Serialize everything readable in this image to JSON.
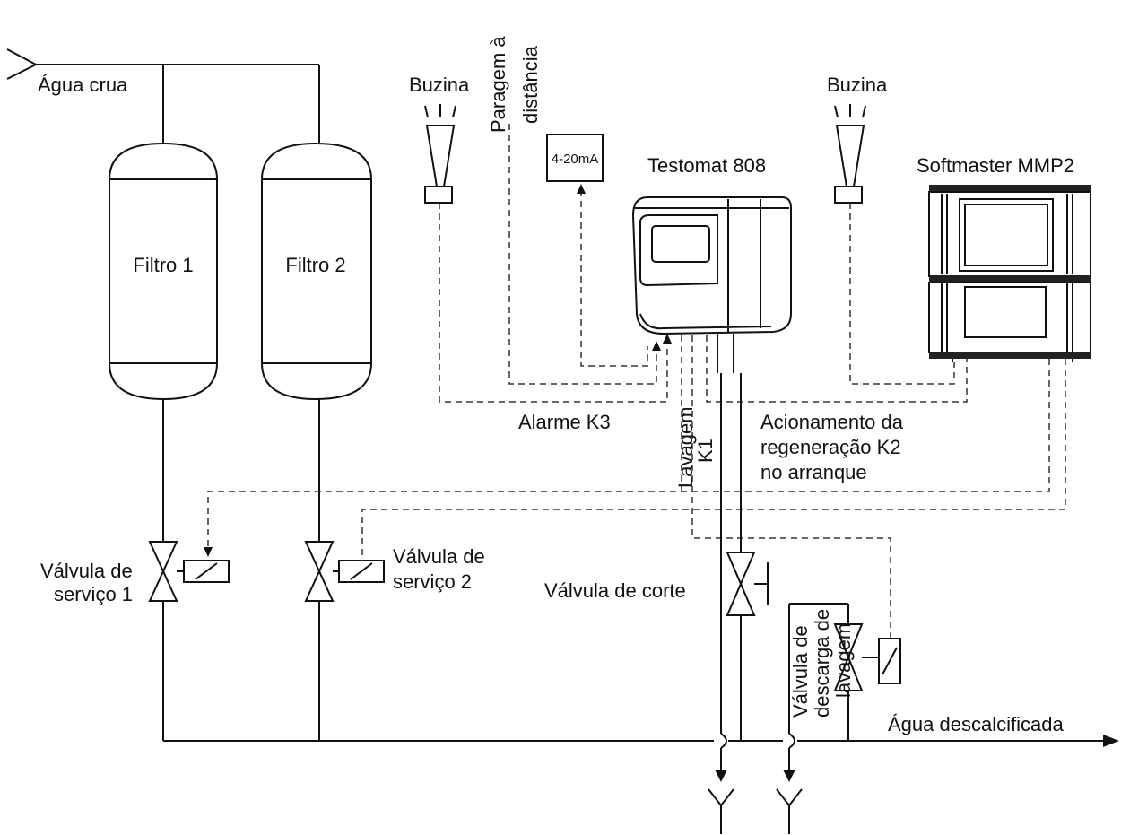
{
  "labels": {
    "agua_crua": "Água crua",
    "filtro1": "Filtro 1",
    "filtro2": "Filtro 2",
    "buzina_left": "Buzina",
    "buzina_right": "Buzina",
    "paragem_line1": "Paragem à",
    "paragem_line2": "distância",
    "current_box": "4-20mA",
    "testomat": "Testomat 808",
    "softmaster": "Softmaster MMP2",
    "alarme": "Alarme K3",
    "lavagem_line1": "Lavagem",
    "lavagem_line2": "K1",
    "acionamento_line1": "Acionamento da",
    "acionamento_line2": "regeneração K2",
    "acionamento_line3": "no arranque",
    "valvula_servico1_line1": "Válvula de",
    "valvula_servico1_line2": "serviço 1",
    "valvula_servico2_line1": "Válvula de",
    "valvula_servico2_line2": "serviço 2",
    "valvula_corte": "Válvula de corte",
    "descarga_line1": "Válvula de",
    "descarga_line2": "descarga de",
    "descarga_line3": "lavagem",
    "agua_descalcificada": "Água descalcificada"
  }
}
